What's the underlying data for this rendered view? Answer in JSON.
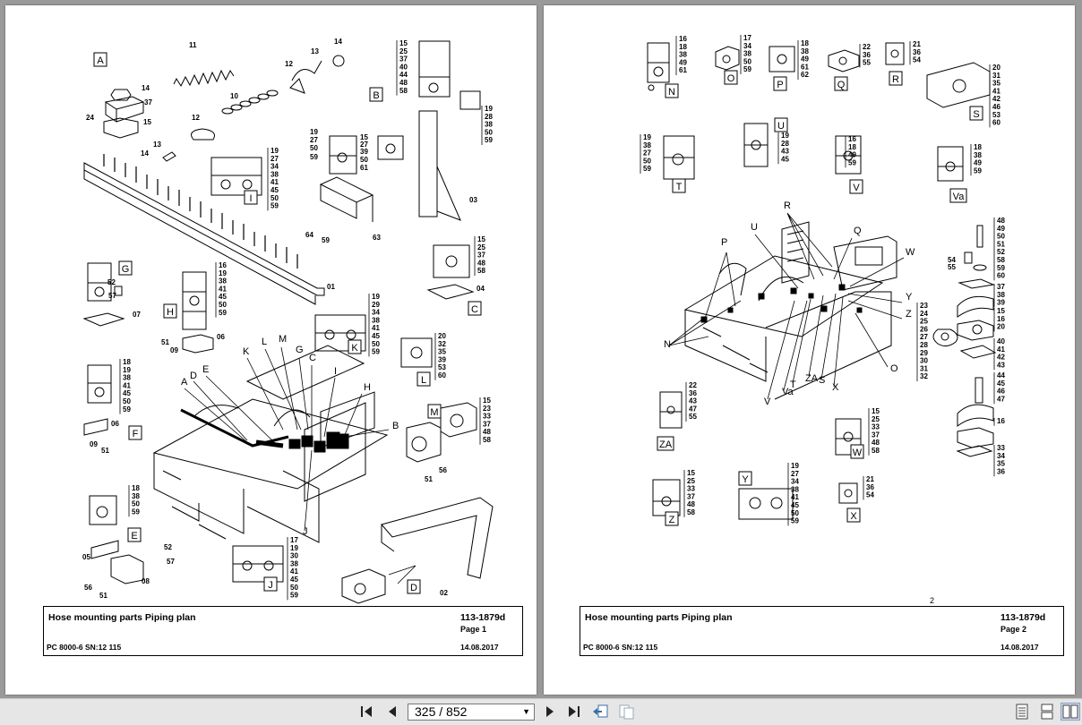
{
  "pages": [
    {
      "title": "Hose mounting parts Piping plan",
      "model": "PC 8000-6 SN:12 115",
      "doc_no": "113-1879d",
      "page_label": "Page 1",
      "date": "14.08.2017"
    },
    {
      "title": "Hose mounting parts Piping plan",
      "model": "PC 8000-6 SN:12 115",
      "doc_no": "113-1879d",
      "page_label": "Page 2",
      "date": "14.08.2017",
      "page_number": "2"
    }
  ],
  "left_labels": {
    "letters": [
      [
        "A",
        106,
        62
      ],
      [
        "B",
        414,
        101
      ],
      [
        "I",
        274,
        216
      ],
      [
        "G",
        134,
        295
      ],
      [
        "H",
        184,
        343
      ],
      [
        "K",
        390,
        383
      ],
      [
        "C",
        524,
        340
      ],
      [
        "L",
        467,
        419
      ],
      [
        "M",
        479,
        455
      ],
      [
        "F",
        145,
        479
      ],
      [
        "E",
        144,
        593
      ],
      [
        "J",
        296,
        648
      ],
      [
        "D",
        456,
        651
      ]
    ],
    "callouts": [
      [
        "11",
        205,
        47
      ],
      [
        "14",
        367,
        43
      ],
      [
        "13",
        341,
        54
      ],
      [
        "12",
        312,
        68
      ],
      [
        "14",
        152,
        95
      ],
      [
        "37",
        155,
        111
      ],
      [
        "24",
        90,
        128
      ],
      [
        "15",
        154,
        133
      ],
      [
        "10",
        251,
        104
      ],
      [
        "12",
        208,
        128
      ],
      [
        "13",
        165,
        158
      ],
      [
        "14",
        151,
        168
      ],
      [
        "01",
        359,
        317
      ],
      [
        "19",
        340,
        144
      ],
      [
        "27",
        340,
        153
      ],
      [
        "50",
        340,
        162
      ],
      [
        "59",
        340,
        172
      ],
      [
        "15",
        396,
        150
      ],
      [
        "27",
        396,
        158
      ],
      [
        "39",
        396,
        166
      ],
      [
        "50",
        396,
        175
      ],
      [
        "61",
        396,
        184
      ],
      [
        "64",
        335,
        259
      ],
      [
        "59",
        353,
        265
      ],
      [
        "63",
        410,
        262
      ],
      [
        "03",
        518,
        220
      ],
      [
        "52",
        114,
        312
      ],
      [
        "57",
        115,
        327
      ],
      [
        "07",
        142,
        348
      ],
      [
        "51",
        174,
        379
      ],
      [
        "09",
        184,
        388
      ],
      [
        "06",
        236,
        373
      ],
      [
        "A",
        196,
        424
      ],
      [
        "D",
        206,
        417
      ],
      [
        "E",
        220,
        410
      ],
      [
        "K",
        265,
        390
      ],
      [
        "L",
        286,
        379
      ],
      [
        "M",
        305,
        376
      ],
      [
        "G",
        324,
        388
      ],
      [
        "C",
        339,
        397
      ],
      [
        "I",
        367,
        412
      ],
      [
        "H",
        400,
        430
      ],
      [
        "B",
        432,
        473
      ],
      [
        "J",
        332,
        591
      ],
      [
        "56",
        484,
        522
      ],
      [
        "51",
        468,
        532
      ],
      [
        "02",
        485,
        659
      ],
      [
        "06",
        118,
        470
      ],
      [
        "09",
        94,
        493
      ],
      [
        "51",
        107,
        500
      ],
      [
        "05",
        86,
        619
      ],
      [
        "52",
        177,
        608
      ],
      [
        "57",
        180,
        624
      ],
      [
        "08",
        152,
        646
      ],
      [
        "56",
        88,
        653
      ],
      [
        "51",
        105,
        662
      ],
      [
        "04",
        526,
        319
      ]
    ],
    "stacks": [
      [
        296,
        165,
        [
          "19",
          "27",
          "34",
          "38",
          "41",
          "45",
          "50",
          "59"
        ]
      ],
      [
        440,
        45,
        [
          "15",
          "25",
          "37",
          "40",
          "44",
          "48",
          "58"
        ]
      ],
      [
        535,
        118,
        [
          "19",
          "28",
          "38",
          "50",
          "59"
        ]
      ],
      [
        527,
        264,
        [
          "15",
          "25",
          "37",
          "48",
          "58"
        ]
      ],
      [
        238,
        293,
        [
          "16",
          "19",
          "38",
          "41",
          "45",
          "50",
          "59"
        ]
      ],
      [
        131,
        401,
        [
          "18",
          "19",
          "38",
          "41",
          "45",
          "50",
          "59"
        ]
      ],
      [
        409,
        328,
        [
          "19",
          "29",
          "34",
          "38",
          "41",
          "45",
          "50",
          "59"
        ]
      ],
      [
        483,
        372,
        [
          "20",
          "32",
          "35",
          "39",
          "53",
          "60"
        ]
      ],
      [
        533,
        444,
        [
          "15",
          "23",
          "33",
          "37",
          "48",
          "58"
        ]
      ],
      [
        141,
        542,
        [
          "18",
          "38",
          "50",
          "59"
        ]
      ],
      [
        318,
        600,
        [
          "17",
          "19",
          "30",
          "38",
          "41",
          "45",
          "50",
          "59"
        ]
      ]
    ]
  },
  "right_labels": {
    "letters": [
      [
        "N",
        143,
        97
      ],
      [
        "O",
        209,
        82
      ],
      [
        "P",
        264,
        89
      ],
      [
        "Q",
        332,
        89
      ],
      [
        "R",
        393,
        83
      ],
      [
        "S",
        483,
        122
      ],
      [
        "U",
        265,
        135
      ],
      [
        "T",
        151,
        203
      ],
      [
        "V",
        349,
        204
      ],
      [
        "Va",
        463,
        214
      ],
      [
        "ZA",
        136,
        491
      ],
      [
        "W",
        350,
        500
      ],
      [
        "Y",
        225,
        530
      ],
      [
        "Z",
        143,
        575
      ],
      [
        "X",
        346,
        571
      ]
    ],
    "callouts": [
      [
        "R",
        268,
        227
      ],
      [
        "Q",
        346,
        255
      ],
      [
        "W",
        404,
        279
      ],
      [
        "P",
        198,
        268
      ],
      [
        "U",
        231,
        251
      ],
      [
        "Y",
        404,
        329
      ],
      [
        "Z",
        404,
        348
      ],
      [
        "O",
        387,
        409
      ],
      [
        "N",
        134,
        382
      ],
      [
        "V",
        246,
        446
      ],
      [
        "Va",
        266,
        435
      ],
      [
        "T",
        275,
        427
      ],
      [
        "ZA",
        292,
        420
      ],
      [
        "S",
        307,
        422
      ],
      [
        "X",
        322,
        430
      ],
      [
        "54",
        451,
        287
      ],
      [
        "55",
        451,
        295
      ]
    ],
    "stacks": [
      [
        151,
        40,
        [
          "16",
          "18",
          "38",
          "49",
          "61"
        ]
      ],
      [
        223,
        39,
        [
          "17",
          "34",
          "38",
          "50",
          "59"
        ]
      ],
      [
        287,
        45,
        [
          "18",
          "38",
          "49",
          "61",
          "62"
        ]
      ],
      [
        356,
        49,
        [
          "22",
          "36",
          "55"
        ]
      ],
      [
        412,
        46,
        [
          "21",
          "36",
          "54"
        ]
      ],
      [
        501,
        72,
        [
          "20",
          "31",
          "35",
          "41",
          "42",
          "46",
          "53",
          "60"
        ]
      ],
      [
        111,
        150,
        [
          "19",
          "38",
          "27",
          "50",
          "59"
        ]
      ],
      [
        265,
        148,
        [
          "19",
          "28",
          "43",
          "45"
        ]
      ],
      [
        340,
        152,
        [
          "16",
          "18",
          "49",
          "59"
        ]
      ],
      [
        480,
        161,
        [
          "18",
          "38",
          "49",
          "59"
        ]
      ],
      [
        506,
        243,
        [
          "48",
          "49",
          "50",
          "51",
          "52"
        ]
      ],
      [
        506,
        287,
        [
          "58",
          "59",
          "60"
        ]
      ],
      [
        506,
        317,
        [
          "37",
          "38",
          "39"
        ]
      ],
      [
        420,
        338,
        [
          "23",
          "24",
          "25",
          "26",
          "27",
          "28",
          "29",
          "30",
          "31",
          "32"
        ]
      ],
      [
        506,
        344,
        [
          "15",
          "16",
          "20"
        ]
      ],
      [
        506,
        378,
        [
          "40",
          "41",
          "42",
          "43"
        ]
      ],
      [
        506,
        416,
        [
          "44",
          "45",
          "46",
          "47"
        ]
      ],
      [
        506,
        467,
        [
          "16"
        ]
      ],
      [
        506,
        497,
        [
          "33",
          "34",
          "35",
          "36"
        ]
      ],
      [
        162,
        427,
        [
          "22",
          "36",
          "43",
          "47",
          "55"
        ]
      ],
      [
        366,
        456,
        [
          "15",
          "25",
          "33",
          "37",
          "48",
          "58"
        ]
      ],
      [
        160,
        525,
        [
          "15",
          "25",
          "33",
          "37",
          "48",
          "58"
        ]
      ],
      [
        276,
        517,
        [
          "19",
          "27",
          "34",
          "38",
          "41",
          "45",
          "50",
          "59"
        ]
      ],
      [
        360,
        532,
        [
          "21",
          "36",
          "54"
        ]
      ]
    ]
  },
  "toolbar": {
    "current_page": "325",
    "separator": "/",
    "total_pages": "852",
    "page_display": "325 / 852"
  }
}
